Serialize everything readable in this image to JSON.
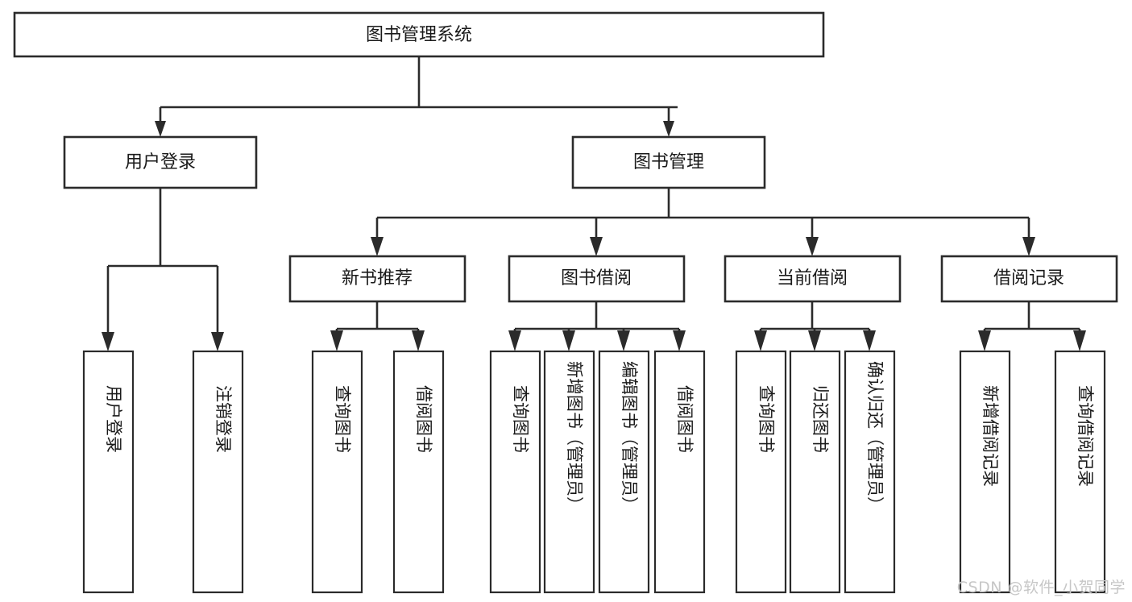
{
  "diagram": {
    "type": "tree-hierarchy-chart",
    "title": "图书管理系统",
    "watermark": "CSDN @软件_小贺同学",
    "colors": {
      "background": "#ffffff",
      "stroke": "#2b2b2b",
      "box_fill": "#ffffff",
      "text": "#1a1a1a",
      "watermark": "#c7c7c7"
    },
    "root": {
      "label": "图书管理系统",
      "level": 0
    },
    "level1": [
      {
        "label": "用户登录"
      },
      {
        "label": "图书管理"
      }
    ],
    "level2": [
      {
        "label": "新书推荐",
        "parent": "图书管理"
      },
      {
        "label": "图书借阅",
        "parent": "图书管理"
      },
      {
        "label": "当前借阅",
        "parent": "图书管理"
      },
      {
        "label": "借阅记录",
        "parent": "图书管理"
      }
    ],
    "leaves_user_login": [
      {
        "label": "用户登录"
      },
      {
        "label": "注销登录"
      }
    ],
    "leaves_new_book": [
      {
        "label": "查询图书"
      },
      {
        "label": "借阅图书"
      }
    ],
    "leaves_borrow_book": [
      {
        "label": "查询图书"
      },
      {
        "label": "新增图书（管理员）"
      },
      {
        "label": "编辑图书（管理员）"
      },
      {
        "label": "借阅图书"
      }
    ],
    "leaves_current_borrow": [
      {
        "label": "查询图书"
      },
      {
        "label": "归还图书"
      },
      {
        "label": "确认归还（管理员）"
      }
    ],
    "leaves_borrow_record": [
      {
        "label": "新增借阅记录"
      },
      {
        "label": "查询借阅记录"
      }
    ]
  }
}
